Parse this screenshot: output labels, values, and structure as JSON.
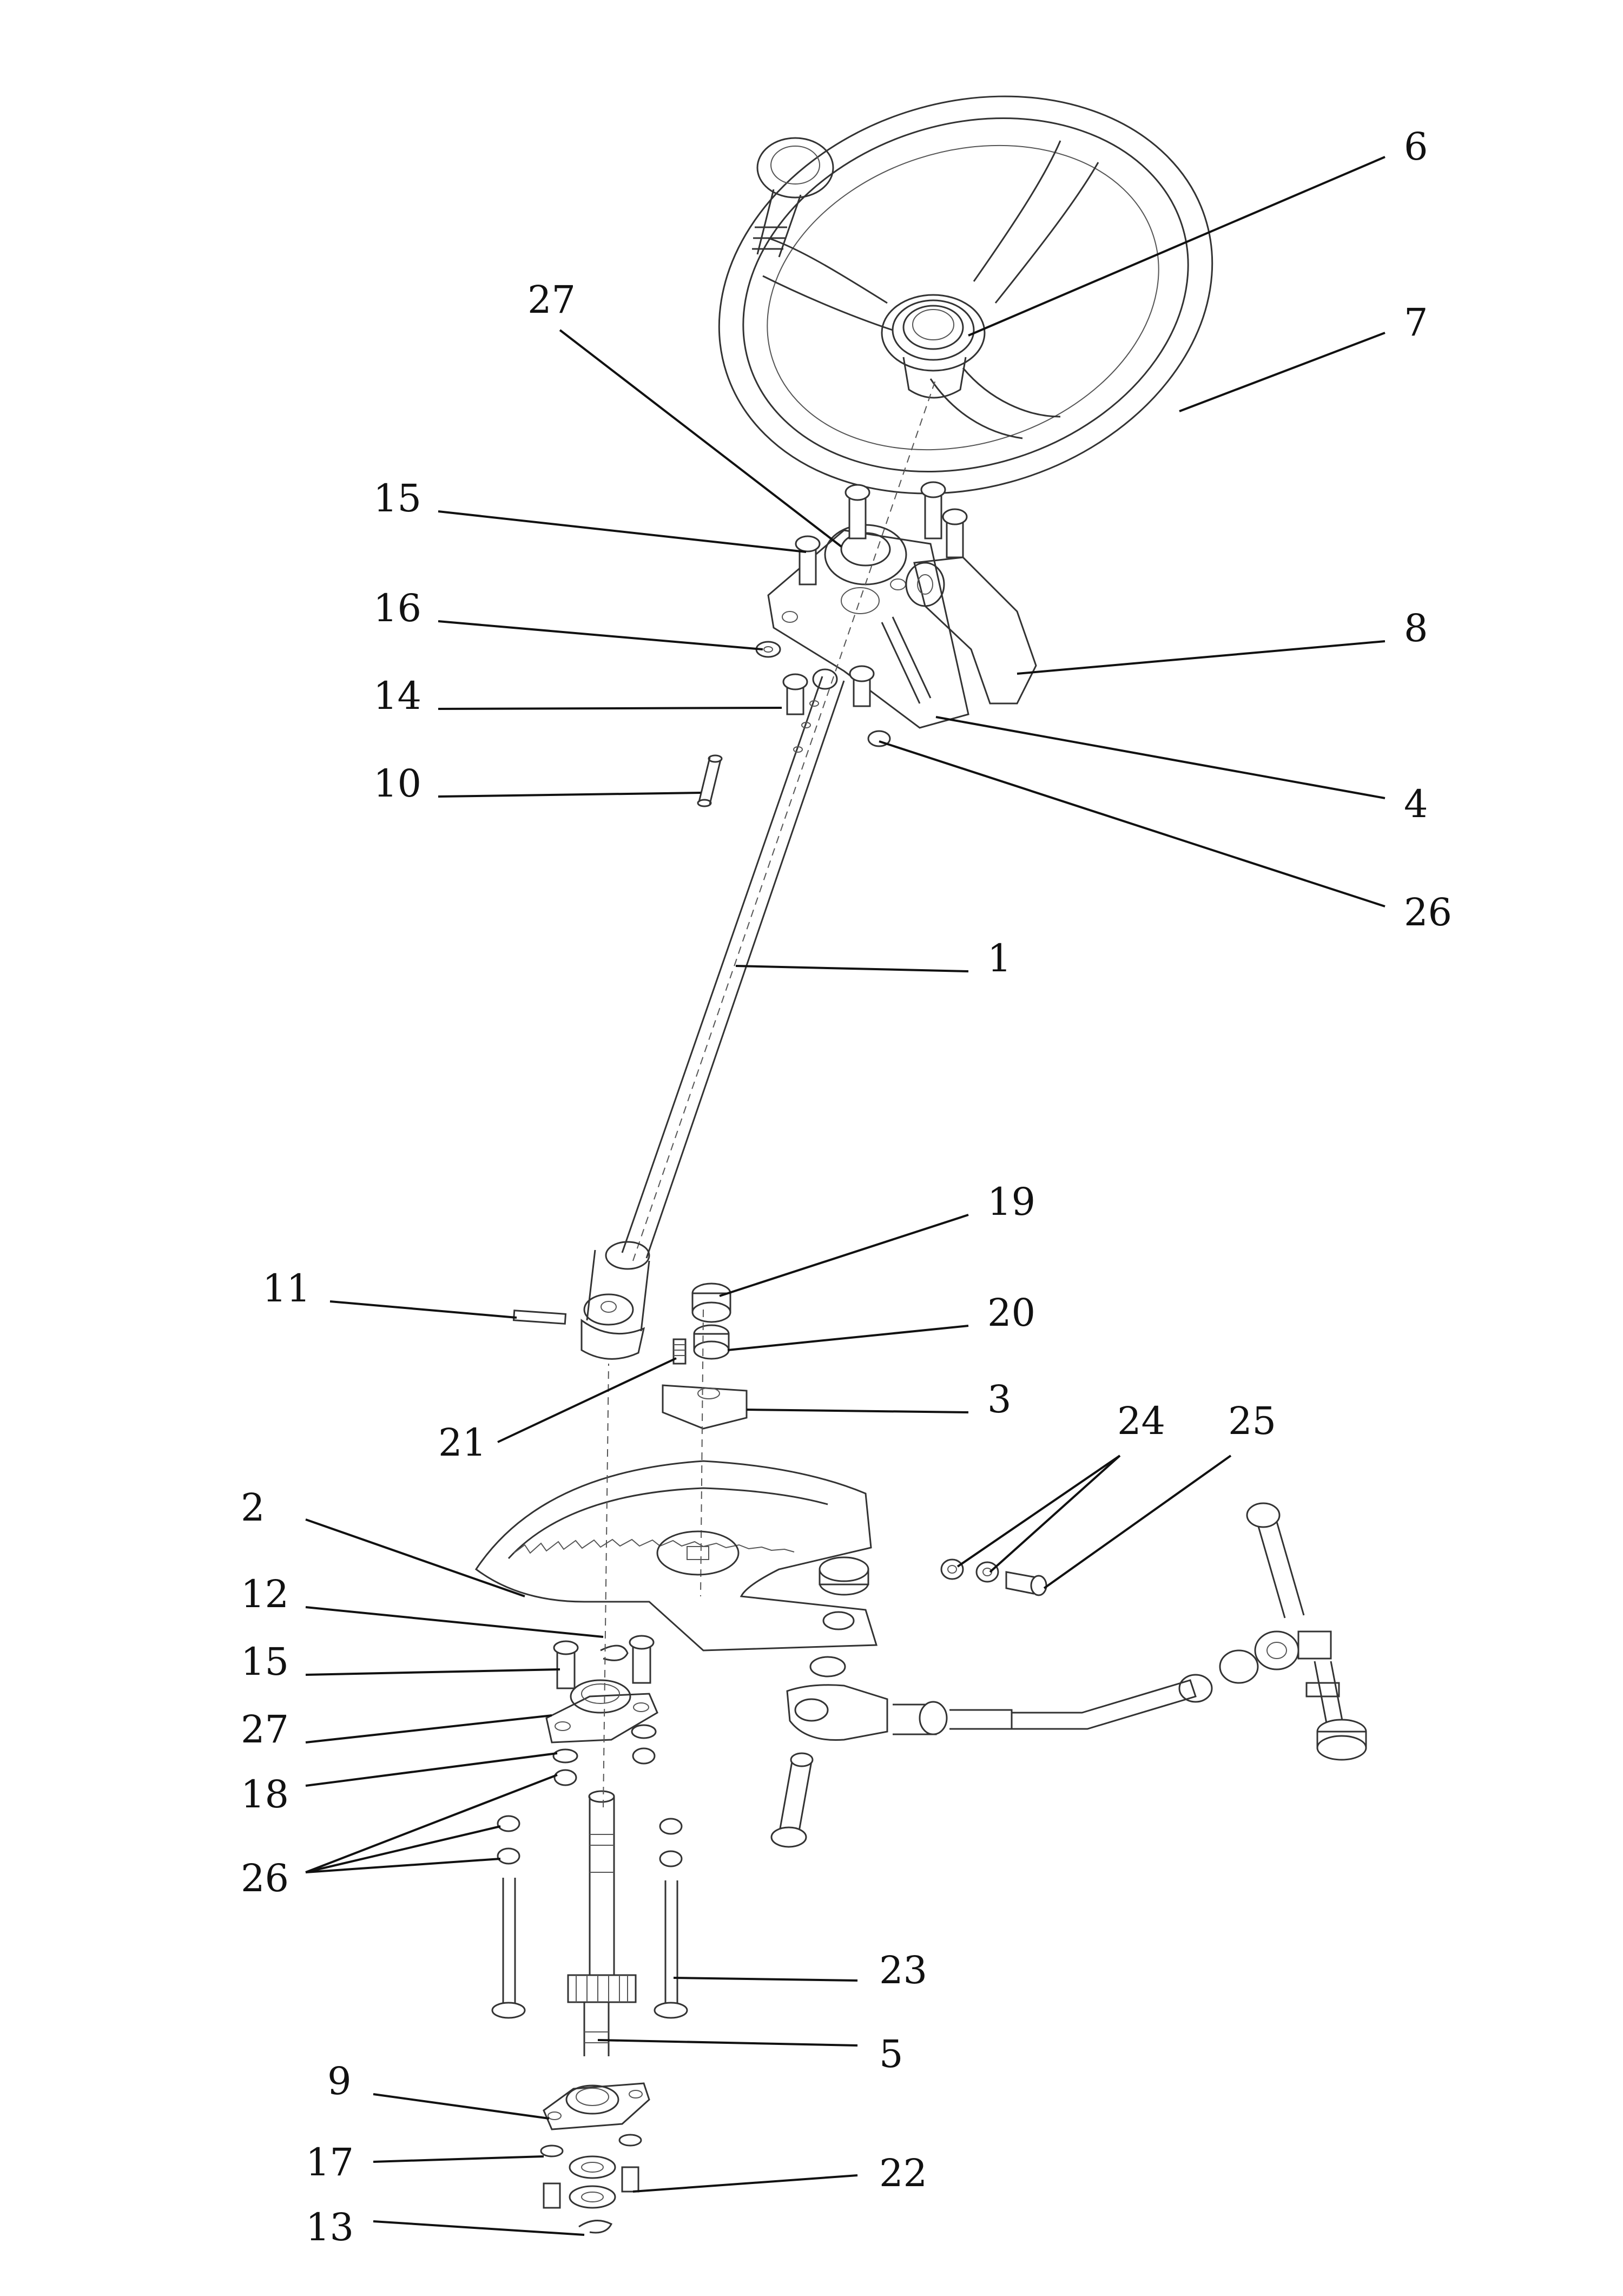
{
  "labels": {
    "p1": "1",
    "p2": "2",
    "p3": "3",
    "p4": "4",
    "p5": "5",
    "p6": "6",
    "p7": "7",
    "p8": "8",
    "p9": "9",
    "p10": "10",
    "p11": "11",
    "p12": "12",
    "p13": "13",
    "p14": "14",
    "p15_upper": "15",
    "p15_lower": "15",
    "p16": "16",
    "p17": "17",
    "p18": "18",
    "p19": "19",
    "p20": "20",
    "p21": "21",
    "p22": "22",
    "p23": "23",
    "p24": "24",
    "p25": "25",
    "p26_upper": "26",
    "p26_lower": "26",
    "p27_upper": "27",
    "p27_lower": "27"
  },
  "colors": {
    "ink": "#111111",
    "line": "#333333",
    "background": "#ffffff"
  }
}
